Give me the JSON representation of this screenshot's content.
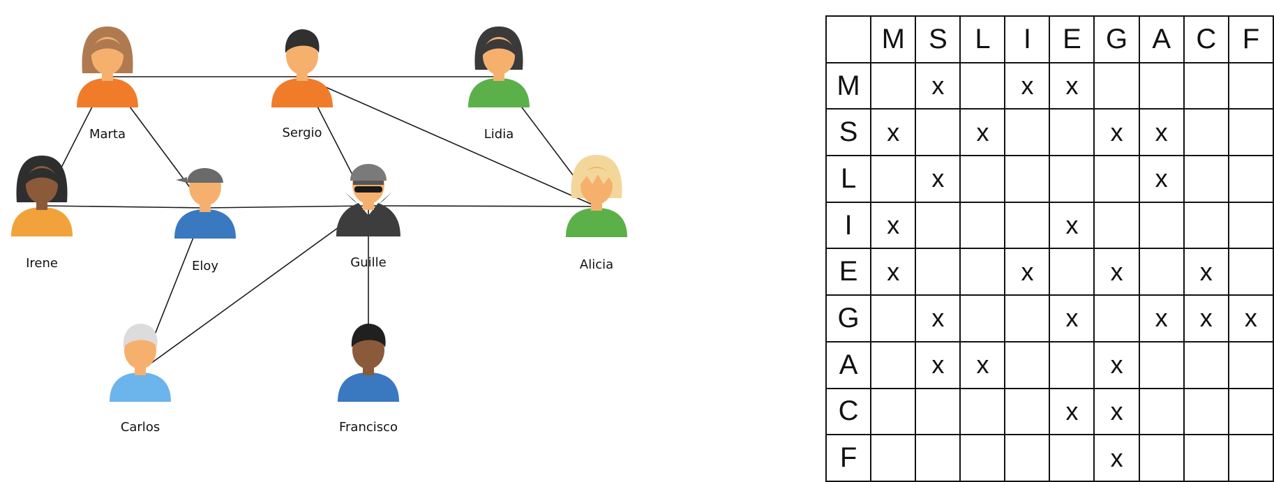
{
  "people": [
    {
      "id": "marta",
      "name": "Marta",
      "hair": "#b07a50",
      "shirt": "#f07c2a",
      "skin": "#f6b06e",
      "style": "long"
    },
    {
      "id": "sergio",
      "name": "Sergio",
      "hair": "#303030",
      "shirt": "#f07c2a",
      "skin": "#f6b06e",
      "style": "short"
    },
    {
      "id": "lidia",
      "name": "Lidia",
      "hair": "#3a3a3a",
      "shirt": "#5cb04a",
      "skin": "#f6b06e",
      "style": "bob"
    },
    {
      "id": "irene",
      "name": "Irene",
      "hair": "#2e2e2e",
      "shirt": "#f2a23a",
      "skin": "#8a5a3a",
      "style": "long"
    },
    {
      "id": "eloy",
      "name": "Eloy",
      "hair": "#6a6a6a",
      "shirt": "#3a78c0",
      "skin": "#f6b06e",
      "style": "cap"
    },
    {
      "id": "guille",
      "name": "Guille",
      "hair": "#7a7a7a",
      "shirt": "#3d3d3d",
      "skin": "#f6b06e",
      "style": "spy"
    },
    {
      "id": "alicia",
      "name": "Alicia",
      "hair": "#f3d79a",
      "shirt": "#5cb04a",
      "skin": "#f6b06e",
      "style": "blonde"
    },
    {
      "id": "carlos",
      "name": "Carlos",
      "hair": "#dcdcdc",
      "shirt": "#6cb4ec",
      "skin": "#f6b06e",
      "style": "short"
    },
    {
      "id": "francisco",
      "name": "Francisco",
      "hair": "#202020",
      "shirt": "#3a78c0",
      "skin": "#8a5a3a",
      "style": "short"
    }
  ],
  "edges": [
    [
      "marta",
      "sergio"
    ],
    [
      "sergio",
      "lidia"
    ],
    [
      "marta",
      "irene"
    ],
    [
      "marta",
      "eloy"
    ],
    [
      "sergio",
      "guille"
    ],
    [
      "sergio",
      "alicia"
    ],
    [
      "lidia",
      "alicia"
    ],
    [
      "irene",
      "eloy"
    ],
    [
      "eloy",
      "guille"
    ],
    [
      "guille",
      "alicia"
    ],
    [
      "eloy",
      "carlos"
    ],
    [
      "guille",
      "carlos"
    ],
    [
      "guille",
      "francisco"
    ]
  ],
  "matrix": {
    "headers": [
      "M",
      "S",
      "L",
      "I",
      "E",
      "G",
      "A",
      "C",
      "F"
    ],
    "rows": [
      {
        "label": "M",
        "cells": [
          "",
          "x",
          "",
          "x",
          "x",
          "",
          "",
          "",
          ""
        ]
      },
      {
        "label": "S",
        "cells": [
          "x",
          "",
          "x",
          "",
          "",
          "x",
          "x",
          "",
          ""
        ]
      },
      {
        "label": "L",
        "cells": [
          "",
          "x",
          "",
          "",
          "",
          "",
          "x",
          "",
          ""
        ]
      },
      {
        "label": "I",
        "cells": [
          "x",
          "",
          "",
          "",
          "x",
          "",
          "",
          "",
          ""
        ]
      },
      {
        "label": "E",
        "cells": [
          "x",
          "",
          "",
          "x",
          "",
          "x",
          "",
          "x",
          ""
        ]
      },
      {
        "label": "G",
        "cells": [
          "",
          "x",
          "",
          "",
          "x",
          "",
          "x",
          "x",
          "x"
        ]
      },
      {
        "label": "A",
        "cells": [
          "",
          "x",
          "x",
          "",
          "",
          "x",
          "",
          "",
          ""
        ]
      },
      {
        "label": "C",
        "cells": [
          "",
          "",
          "",
          "",
          "x",
          "x",
          "",
          "",
          ""
        ]
      },
      {
        "label": "F",
        "cells": [
          "",
          "",
          "",
          "",
          "",
          "x",
          "",
          "",
          ""
        ]
      }
    ]
  }
}
